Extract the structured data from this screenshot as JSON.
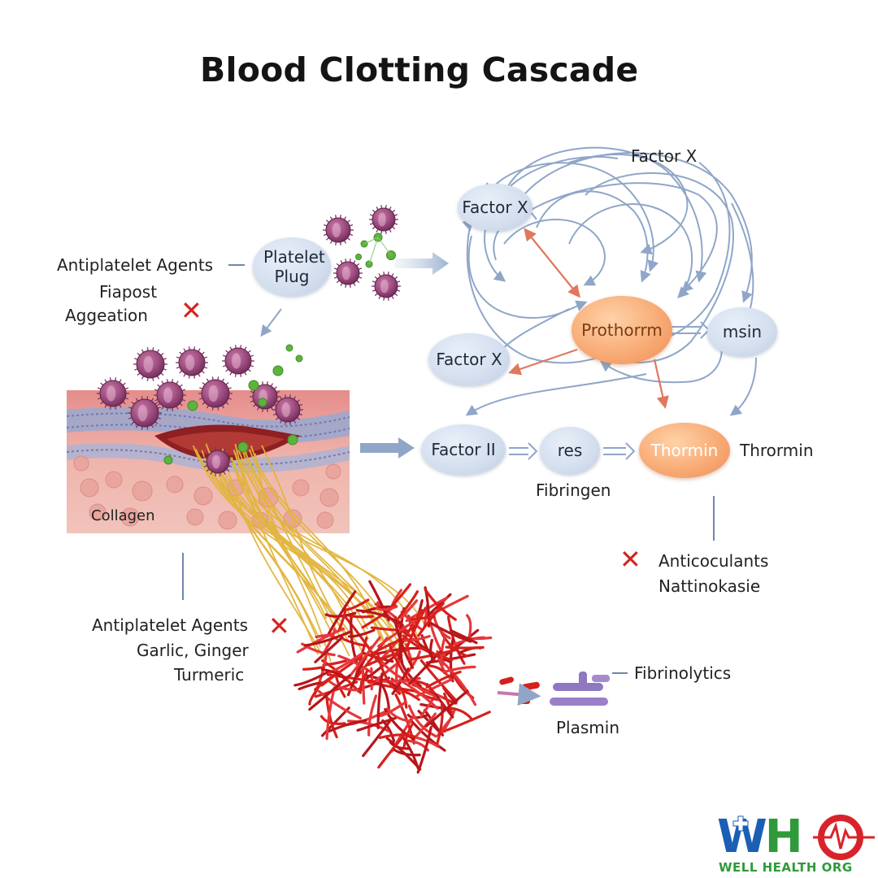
{
  "title": "Blood Clotting Cascade",
  "labels": {
    "antiplatelet_top": "Antiplatelet Agents",
    "fiapost": "Fiapost",
    "aggregation": "Aggeation",
    "platelet_plug": "Platelet Plug",
    "factor_x_top": "Factor X",
    "factor_x_node": "Factor X",
    "factor_x_left": "Factor X",
    "prothorrm": "Prothorrm",
    "msin": "msin",
    "factor_ii": "Factor II",
    "res": "res",
    "thormin": "Thormin",
    "thrormin": "Thrormin",
    "fibringen": "Fibringen",
    "collagen": "Collagen",
    "anticoculants": "Anticoculants",
    "nattinokasie": "Nattinokasie",
    "antiplatelet_bottom": "Antiplatelet Agents",
    "garlic_ginger": "Garlic, Ginger",
    "turmeric": "Turmeric",
    "fibrinolytics": "Fibrinolytics",
    "plasmin": "Plasmin"
  },
  "logo": {
    "word_w": "W",
    "word_h": "H",
    "subtitle": "WELL HEALTH ORG"
  },
  "colors": {
    "node_blue": "#d3deee",
    "node_orange": "#f7a872",
    "arrow_blue": "#8fa6c8",
    "arrow_red": "#e0785e",
    "fibrin_red": "#d6201c",
    "fibrin_yellow": "#e2b43a",
    "platelet_purple": "#8e3c6e",
    "granule_green": "#5cb43c",
    "x_mark_red": "#d6231d"
  }
}
